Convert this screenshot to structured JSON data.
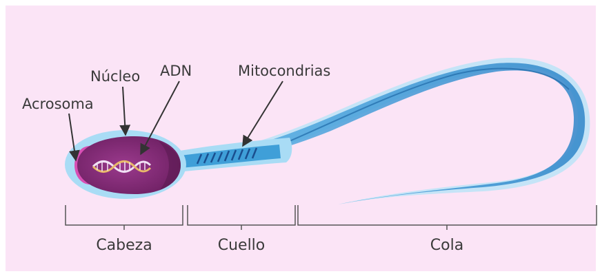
{
  "diagram": {
    "labels": {
      "acrosome": "Acrosoma",
      "nucleus": "Núcleo",
      "dna": "ADN",
      "mitochondria": "Mitocondrias"
    },
    "sections": {
      "head": "Cabeza",
      "neck": "Cuello",
      "tail": "Cola"
    },
    "colors": {
      "background": "#fbe4f6",
      "head_fill": "#8a2f7c",
      "membrane": "#a9dcf5",
      "tail": "#3f9fd8",
      "text": "#3a3a3a"
    }
  }
}
